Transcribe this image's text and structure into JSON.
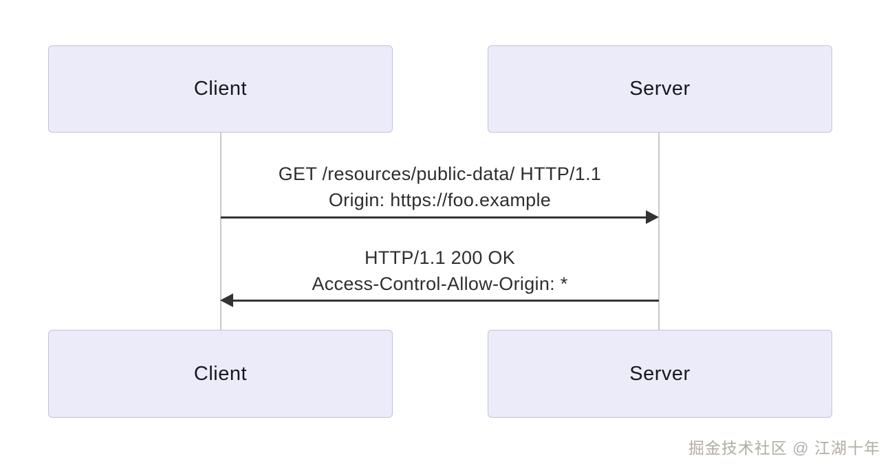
{
  "diagram": {
    "type": "sequence",
    "actors": [
      {
        "id": "client",
        "label": "Client"
      },
      {
        "id": "server",
        "label": "Server"
      }
    ],
    "messages": [
      {
        "from": "client",
        "to": "server",
        "direction": "right",
        "lines": [
          "GET /resources/public-data/ HTTP/1.1",
          "Origin: https://foo.example"
        ]
      },
      {
        "from": "server",
        "to": "client",
        "direction": "left",
        "lines": [
          "HTTP/1.1 200 OK",
          "Access-Control-Allow-Origin: *"
        ]
      }
    ],
    "colors": {
      "background": "#FFFFFF",
      "actor_fill": "#ECEBFA",
      "actor_border": "#C3C2D8",
      "lifeline": "#C9C9C9",
      "arrow": "#333333",
      "actor_text": "#17171F",
      "message_text": "#2E2E2E",
      "watermark_text": "#B2ACA4"
    }
  },
  "watermark": {
    "text": "掘金技术社区 @ 江湖十年"
  }
}
